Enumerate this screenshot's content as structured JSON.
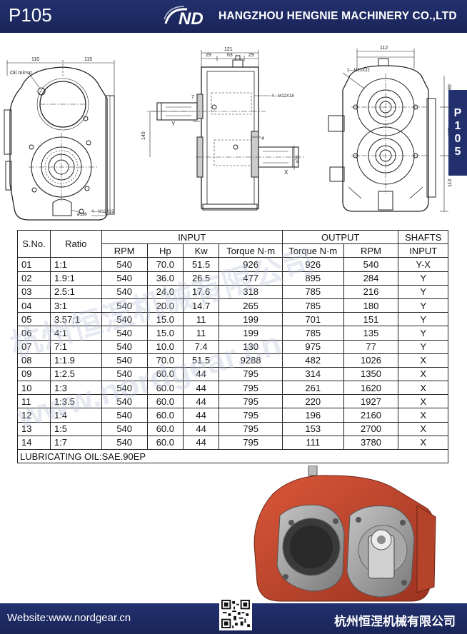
{
  "header": {
    "model": "P105",
    "logo_text": "ND",
    "company": "HANGZHOU HENGNIE MACHINERY CO.,LTD"
  },
  "side_tab": {
    "chars": [
      "P",
      "1",
      "0",
      "5"
    ]
  },
  "drawing_labels": {
    "oil_mirror": "Oil mirror",
    "dim_110": "110",
    "dim_115": "115",
    "dim_140": "140",
    "dim_phi130": "ø130",
    "m12x22_a": "4—M12X22",
    "dim_121": "121",
    "dim_29a": "29",
    "dim_63": "63",
    "dim_29b": "29",
    "m12x18": "4—M12X18",
    "dim_7": "7",
    "label_y": "Y",
    "label_x": "X",
    "dim_4": "4",
    "dim_phi35": "ø35",
    "dim_112": "112",
    "m10x22": "2—M10X22",
    "dim_90": "90",
    "dim_105": "105",
    "dim_113": "113"
  },
  "table": {
    "headers": {
      "sno": "S.No.",
      "ratio": "Ratio",
      "input": "INPUT",
      "output": "OUTPUT",
      "shafts": "SHAFTS",
      "rpm_in": "RPM",
      "hp": "Hp",
      "kw": "Kw",
      "torque_in": "Torque N·m",
      "torque_out": "Torque N·m",
      "rpm_out": "RPM",
      "shaft_input": "INPUT"
    },
    "rows": [
      [
        "01",
        "1:1",
        "540",
        "70.0",
        "51.5",
        "926",
        "926",
        "540",
        "Y-X"
      ],
      [
        "02",
        "1.9:1",
        "540",
        "36.0",
        "26.5",
        "477",
        "895",
        "284",
        "Y"
      ],
      [
        "03",
        "2.5:1",
        "540",
        "24.0",
        "17.6",
        "318",
        "785",
        "216",
        "Y"
      ],
      [
        "04",
        "3:1",
        "540",
        "20.0",
        "14.7",
        "265",
        "785",
        "180",
        "Y"
      ],
      [
        "05",
        "3.57:1",
        "540",
        "15.0",
        "11",
        "199",
        "701",
        "151",
        "Y"
      ],
      [
        "06",
        "4:1",
        "540",
        "15.0",
        "11",
        "199",
        "785",
        "135",
        "Y"
      ],
      [
        "07",
        "7:1",
        "540",
        "10.0",
        "7.4",
        "130",
        "975",
        "77",
        "Y"
      ],
      [
        "08",
        "1:1.9",
        "540",
        "70.0",
        "51.5",
        "9288",
        "482",
        "1026",
        "X"
      ],
      [
        "09",
        "1:2.5",
        "540",
        "60.0",
        "44",
        "795",
        "314",
        "1350",
        "X"
      ],
      [
        "10",
        "1:3",
        "540",
        "60.0",
        "44",
        "795",
        "261",
        "1620",
        "X"
      ],
      [
        "11",
        "1:3.5",
        "540",
        "60.0",
        "44",
        "795",
        "220",
        "1927",
        "X"
      ],
      [
        "12",
        "1:4",
        "540",
        "60.0",
        "44",
        "795",
        "196",
        "2160",
        "X"
      ],
      [
        "13",
        "1:5",
        "540",
        "60.0",
        "44",
        "795",
        "153",
        "2700",
        "X"
      ],
      [
        "14",
        "1:7",
        "540",
        "60.0",
        "44",
        "795",
        "111",
        "3780",
        "X"
      ]
    ],
    "footer": "LUBRICATING OIL:SAE.90EP"
  },
  "watermark": {
    "line1": "杭州恒涅机械有限公司",
    "line2": "www.nordgear.cn"
  },
  "footer": {
    "website": "Website:www.nordgear.cn",
    "cn_name": "杭州恒涅机械有限公司"
  },
  "colors": {
    "brand_navy": "#22306e",
    "gearbox_red": "#c2452a",
    "gearbox_grey": "#9a9a9a"
  }
}
